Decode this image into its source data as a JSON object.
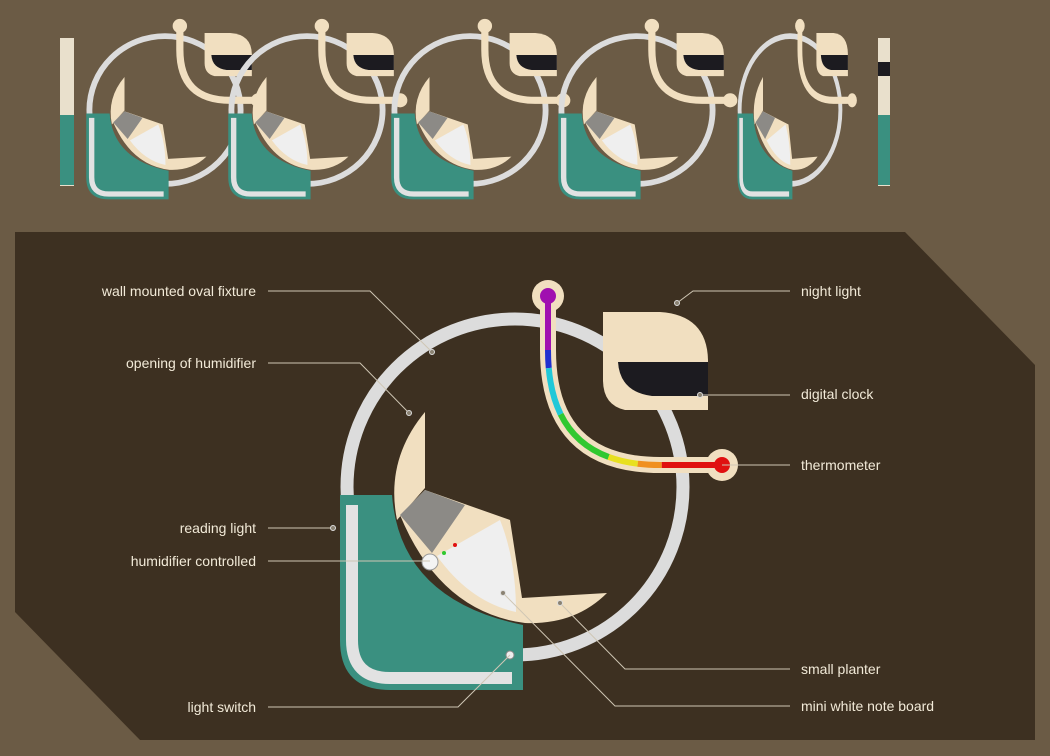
{
  "colors": {
    "background": "#6b5b45",
    "panel": "#3d3021",
    "ring": "#dcdcdc",
    "beige": "#f1dfc0",
    "teal": "#3a9080",
    "clock_display": "#1c1b20",
    "thermometer_bands": [
      "#a010b0",
      "#2030d0",
      "#20c8d8",
      "#30c830",
      "#e8e020",
      "#f09020",
      "#e01010"
    ]
  },
  "left_labels": {
    "fixture": "wall mounted oval fixture",
    "opening": "opening of humidifier",
    "reading_light": "reading light",
    "humidifier_control": "humidifier controlled",
    "light_switch": "light switch"
  },
  "right_labels": {
    "night_light": "night light",
    "digital_clock": "digital clock",
    "thermometer": "thermometer",
    "small_planter": "small planter",
    "note_board": "mini white note board"
  }
}
